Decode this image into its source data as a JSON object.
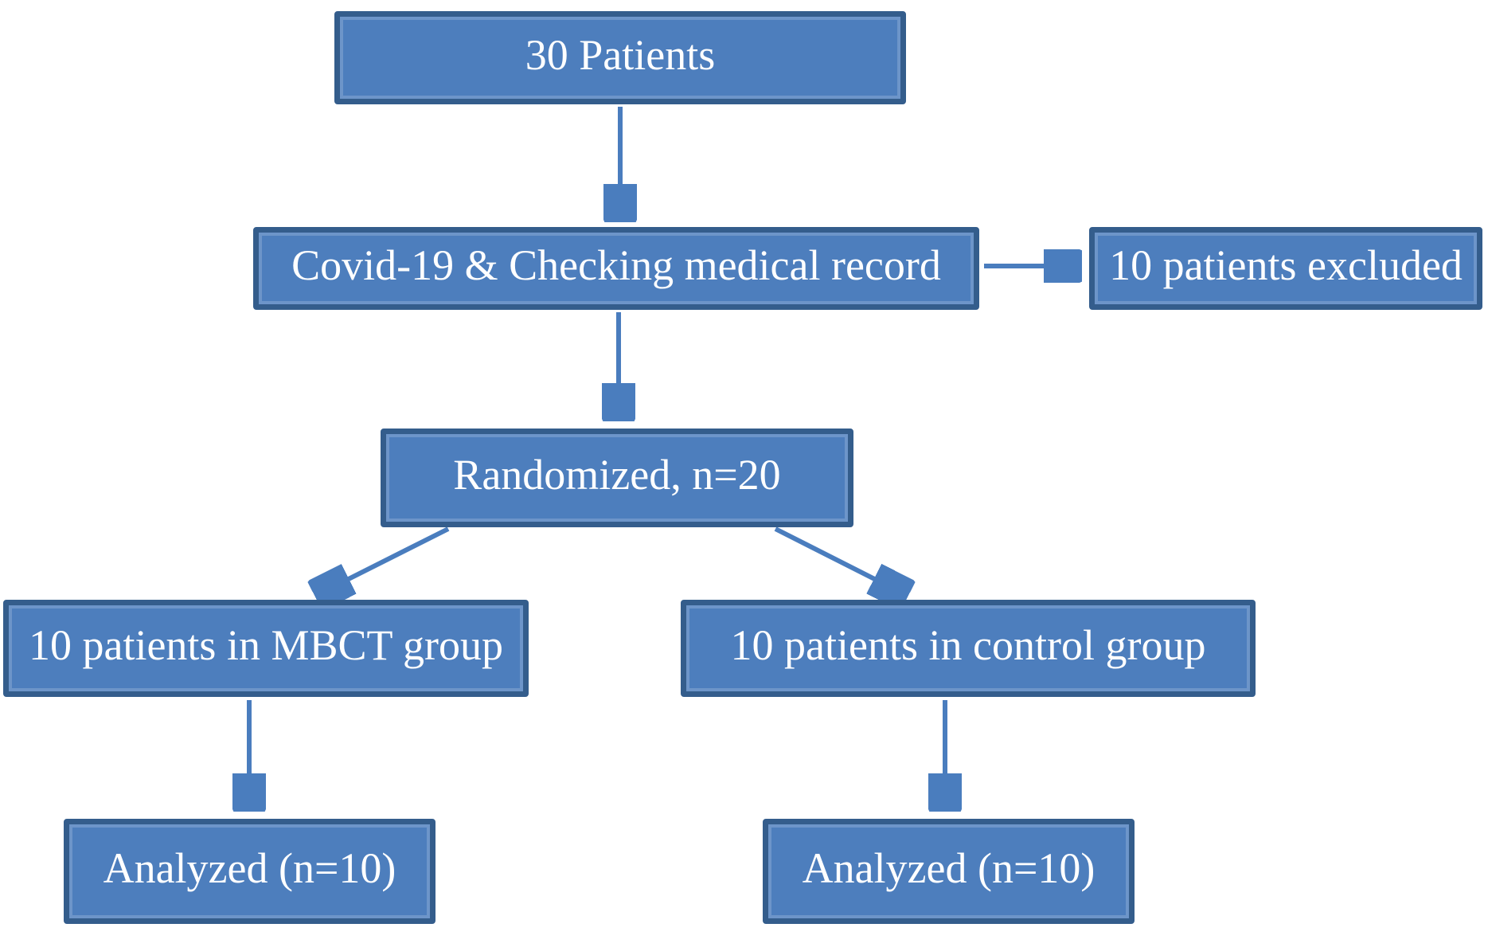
{
  "colors": {
    "box_fill": "#4d7ebd",
    "box_border": "#345d8c",
    "arrow": "#4a7dbe",
    "text": "#ffffff",
    "background": "#ffffff"
  },
  "flowchart": {
    "type": "consort-patient-flow",
    "nodes": [
      {
        "id": "patients-total",
        "label": "30 Patients"
      },
      {
        "id": "screening",
        "label": "Covid-19 & Checking medical record"
      },
      {
        "id": "excluded",
        "label": "10 patients excluded"
      },
      {
        "id": "randomized",
        "label": "Randomized, n=20"
      },
      {
        "id": "mbct-group",
        "label": "10 patients in MBCT group"
      },
      {
        "id": "control-group",
        "label": "10 patients in control group"
      },
      {
        "id": "analyzed-mbct",
        "label": "Analyzed (n=10)"
      },
      {
        "id": "analyzed-control",
        "label": "Analyzed (n=10)"
      }
    ],
    "edges": [
      {
        "from": "patients-total",
        "to": "screening"
      },
      {
        "from": "screening",
        "to": "excluded"
      },
      {
        "from": "screening",
        "to": "randomized"
      },
      {
        "from": "randomized",
        "to": "mbct-group"
      },
      {
        "from": "randomized",
        "to": "control-group"
      },
      {
        "from": "mbct-group",
        "to": "analyzed-mbct"
      },
      {
        "from": "control-group",
        "to": "analyzed-control"
      }
    ]
  }
}
